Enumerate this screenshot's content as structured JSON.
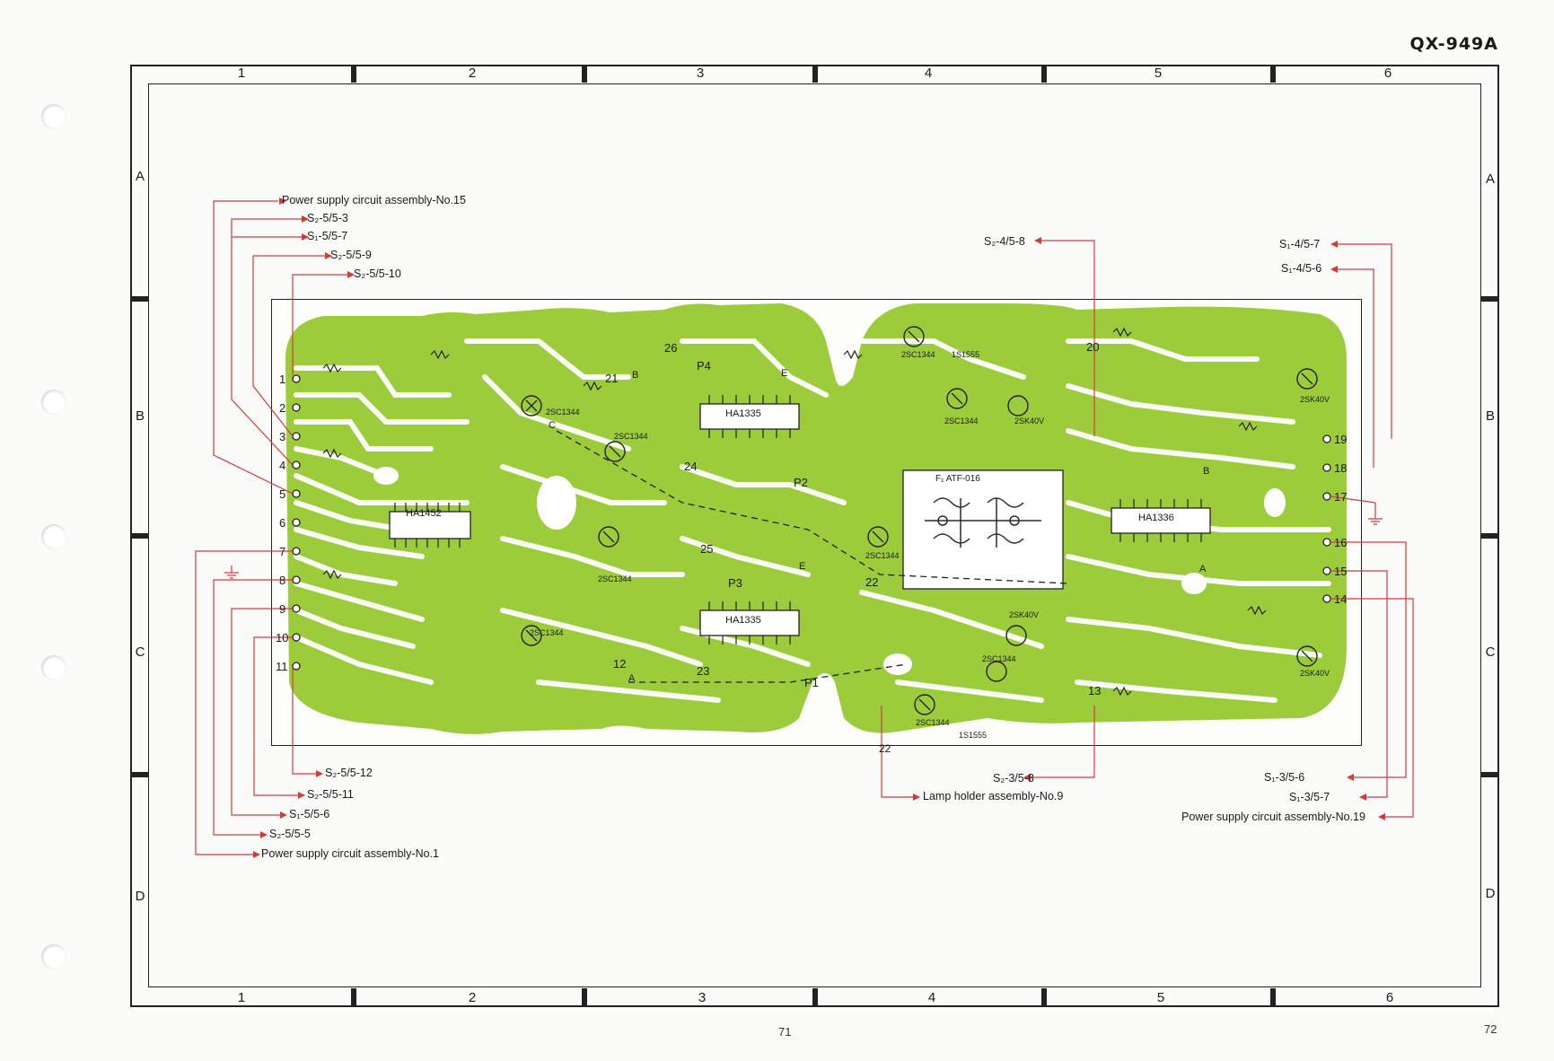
{
  "header": {
    "model": "QX-949A"
  },
  "grid": {
    "columns": [
      "1",
      "2",
      "3",
      "4",
      "5",
      "6"
    ],
    "rows": [
      "A",
      "B",
      "C",
      "D"
    ]
  },
  "board": {
    "ic_left": "HA1452",
    "ic_center_top": "HA1335",
    "ic_center_bottom": "HA1335",
    "ic_right": "HA1336",
    "filter_label": "F₁  ATF-016",
    "transistor_type": "2SC1344",
    "fet_type": "2SK40V",
    "diode_type": "1S1555",
    "left_terminals": [
      "1",
      "2",
      "3",
      "4",
      "5",
      "6",
      "7",
      "8",
      "9",
      "10",
      "11"
    ],
    "right_terminals": [
      "19",
      "18",
      "17",
      "16",
      "15",
      "14"
    ],
    "center_terminals": [
      "20",
      "21",
      "22",
      "23",
      "24",
      "25",
      "26",
      "12",
      "13"
    ],
    "bottom_terminal": "22",
    "points": [
      "P1",
      "P2",
      "P3",
      "P4",
      "A",
      "B",
      "C",
      "E"
    ]
  },
  "connections": {
    "left_top": [
      "Power supply circuit assembly-No.15",
      "S₂-5/5-3",
      "S₁-5/5-7",
      "S₂-5/5-9",
      "S₂-5/5-10"
    ],
    "left_bottom": [
      "S₂-5/5-12",
      "S₂-5/5-11",
      "S₁-5/5-6",
      "S₂-5/5-5",
      "Power supply circuit assembly-No.1"
    ],
    "top_center": "S₂-4/5-8",
    "top_right": [
      "S₁-4/5-7",
      "S₁-4/5-6"
    ],
    "bottom_center": [
      "S₂-3/5-8",
      "Lamp holder assembly-No.9"
    ],
    "bottom_right": [
      "S₁-3/5-6",
      "S₁-3/5-7",
      "Power supply circuit assembly-No.19"
    ]
  },
  "pages": {
    "left": "71",
    "right": "72"
  },
  "colors": {
    "board_green": "#9ccc3c",
    "trace_white": "#ffffff",
    "line_red": "#d33b3b",
    "voltage_red": "#d0453a"
  }
}
